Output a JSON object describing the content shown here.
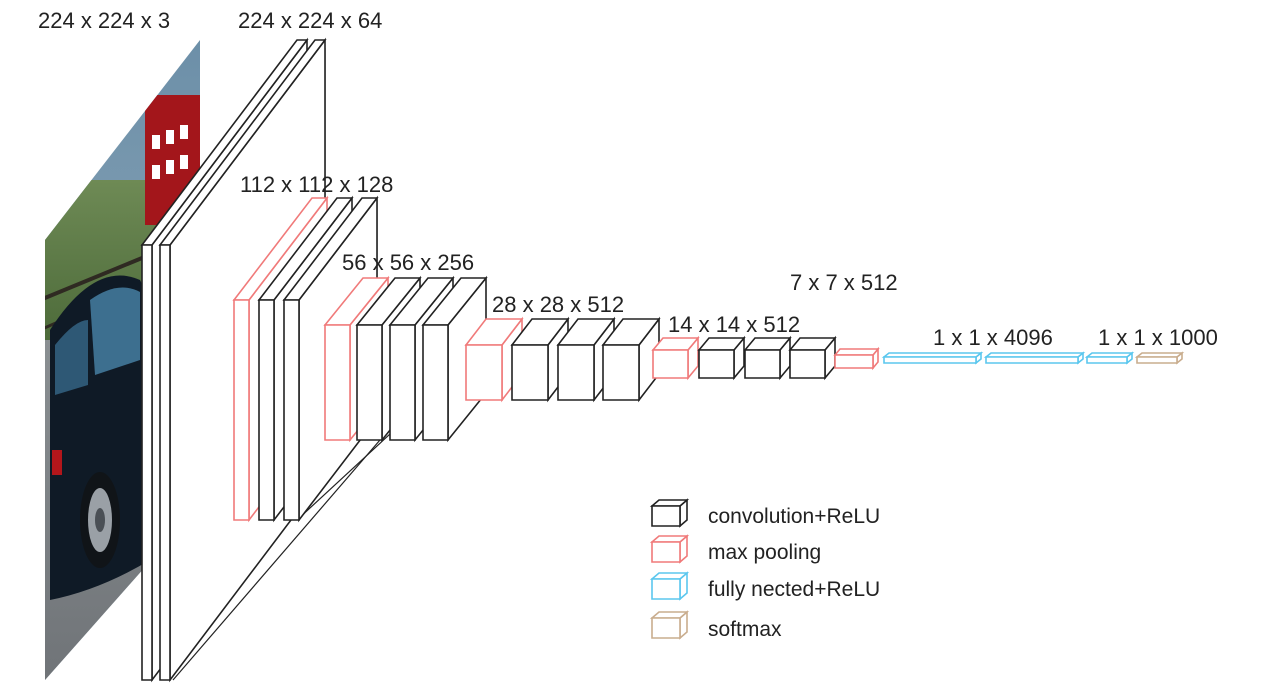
{
  "colors": {
    "conv": "#222222",
    "pool": "#f07a7a",
    "fc": "#5bc7ee",
    "softmax": "#c9ad8e"
  },
  "labels": {
    "input": "224 x 224 x 3",
    "block1": "224 x 224 x 64",
    "block2": "112 x 112 x 128",
    "block3": "56 x 56 x 256",
    "block4": "28 x 28 x 512",
    "block5": "14 x 14 x 512",
    "pool5": "7 x 7 x 512",
    "fc": "1 x 1 x 4096",
    "out": "1 x 1 x 1000"
  },
  "legend": [
    {
      "key": "conv",
      "label": "convolution+ReLU",
      "icon": "cube-outline-black-icon"
    },
    {
      "key": "pool",
      "label": "max pooling",
      "icon": "cube-outline-red-icon"
    },
    {
      "key": "fc",
      "label": "fully nected+ReLU",
      "icon": "cube-outline-blue-icon"
    },
    {
      "key": "softmax",
      "label": "softmax",
      "icon": "cube-outline-tan-icon"
    }
  ],
  "input_image": {
    "icon": "car-photo-icon"
  }
}
